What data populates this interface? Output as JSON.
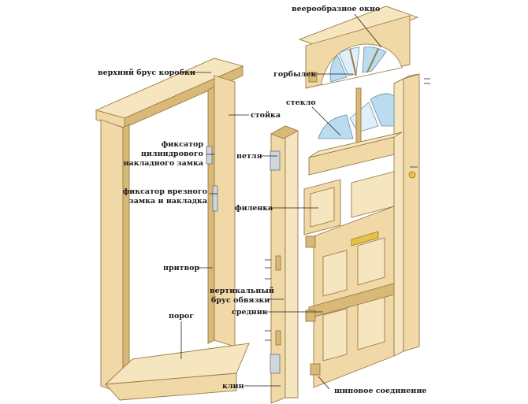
{
  "labels": {
    "top_rail": "верхний брус коробки",
    "fanlight": "веерообразное окно",
    "glazing_bar": "горбылек",
    "jamb": "стойка",
    "glass": "стекло",
    "cyl_lock_keeper": "фиксатор цилиндрового накладного замка",
    "cyl_lock_keeper_l1": "фиксатор",
    "cyl_lock_keeper_l2": "цилиндрового",
    "cyl_lock_keeper_l3": "накладного замка",
    "hinge": "петля",
    "mortise_keeper_l1": "фиксатор врезного",
    "mortise_keeper_l2": "замка и накладка",
    "panel": "филенка",
    "rebate": "притвор",
    "stile_l1": "вертикальный",
    "stile_l2": "брус обвязки",
    "mid_rail": "средник",
    "threshold": "порог",
    "wedge": "клин",
    "tenon_joint": "шиповое соединение"
  },
  "colors": {
    "wood": "#f0d9a6",
    "wood_dark": "#d9b978",
    "glass": "#b9dcef",
    "metal": "#cfd6dc",
    "brass": "#e6c24a"
  }
}
